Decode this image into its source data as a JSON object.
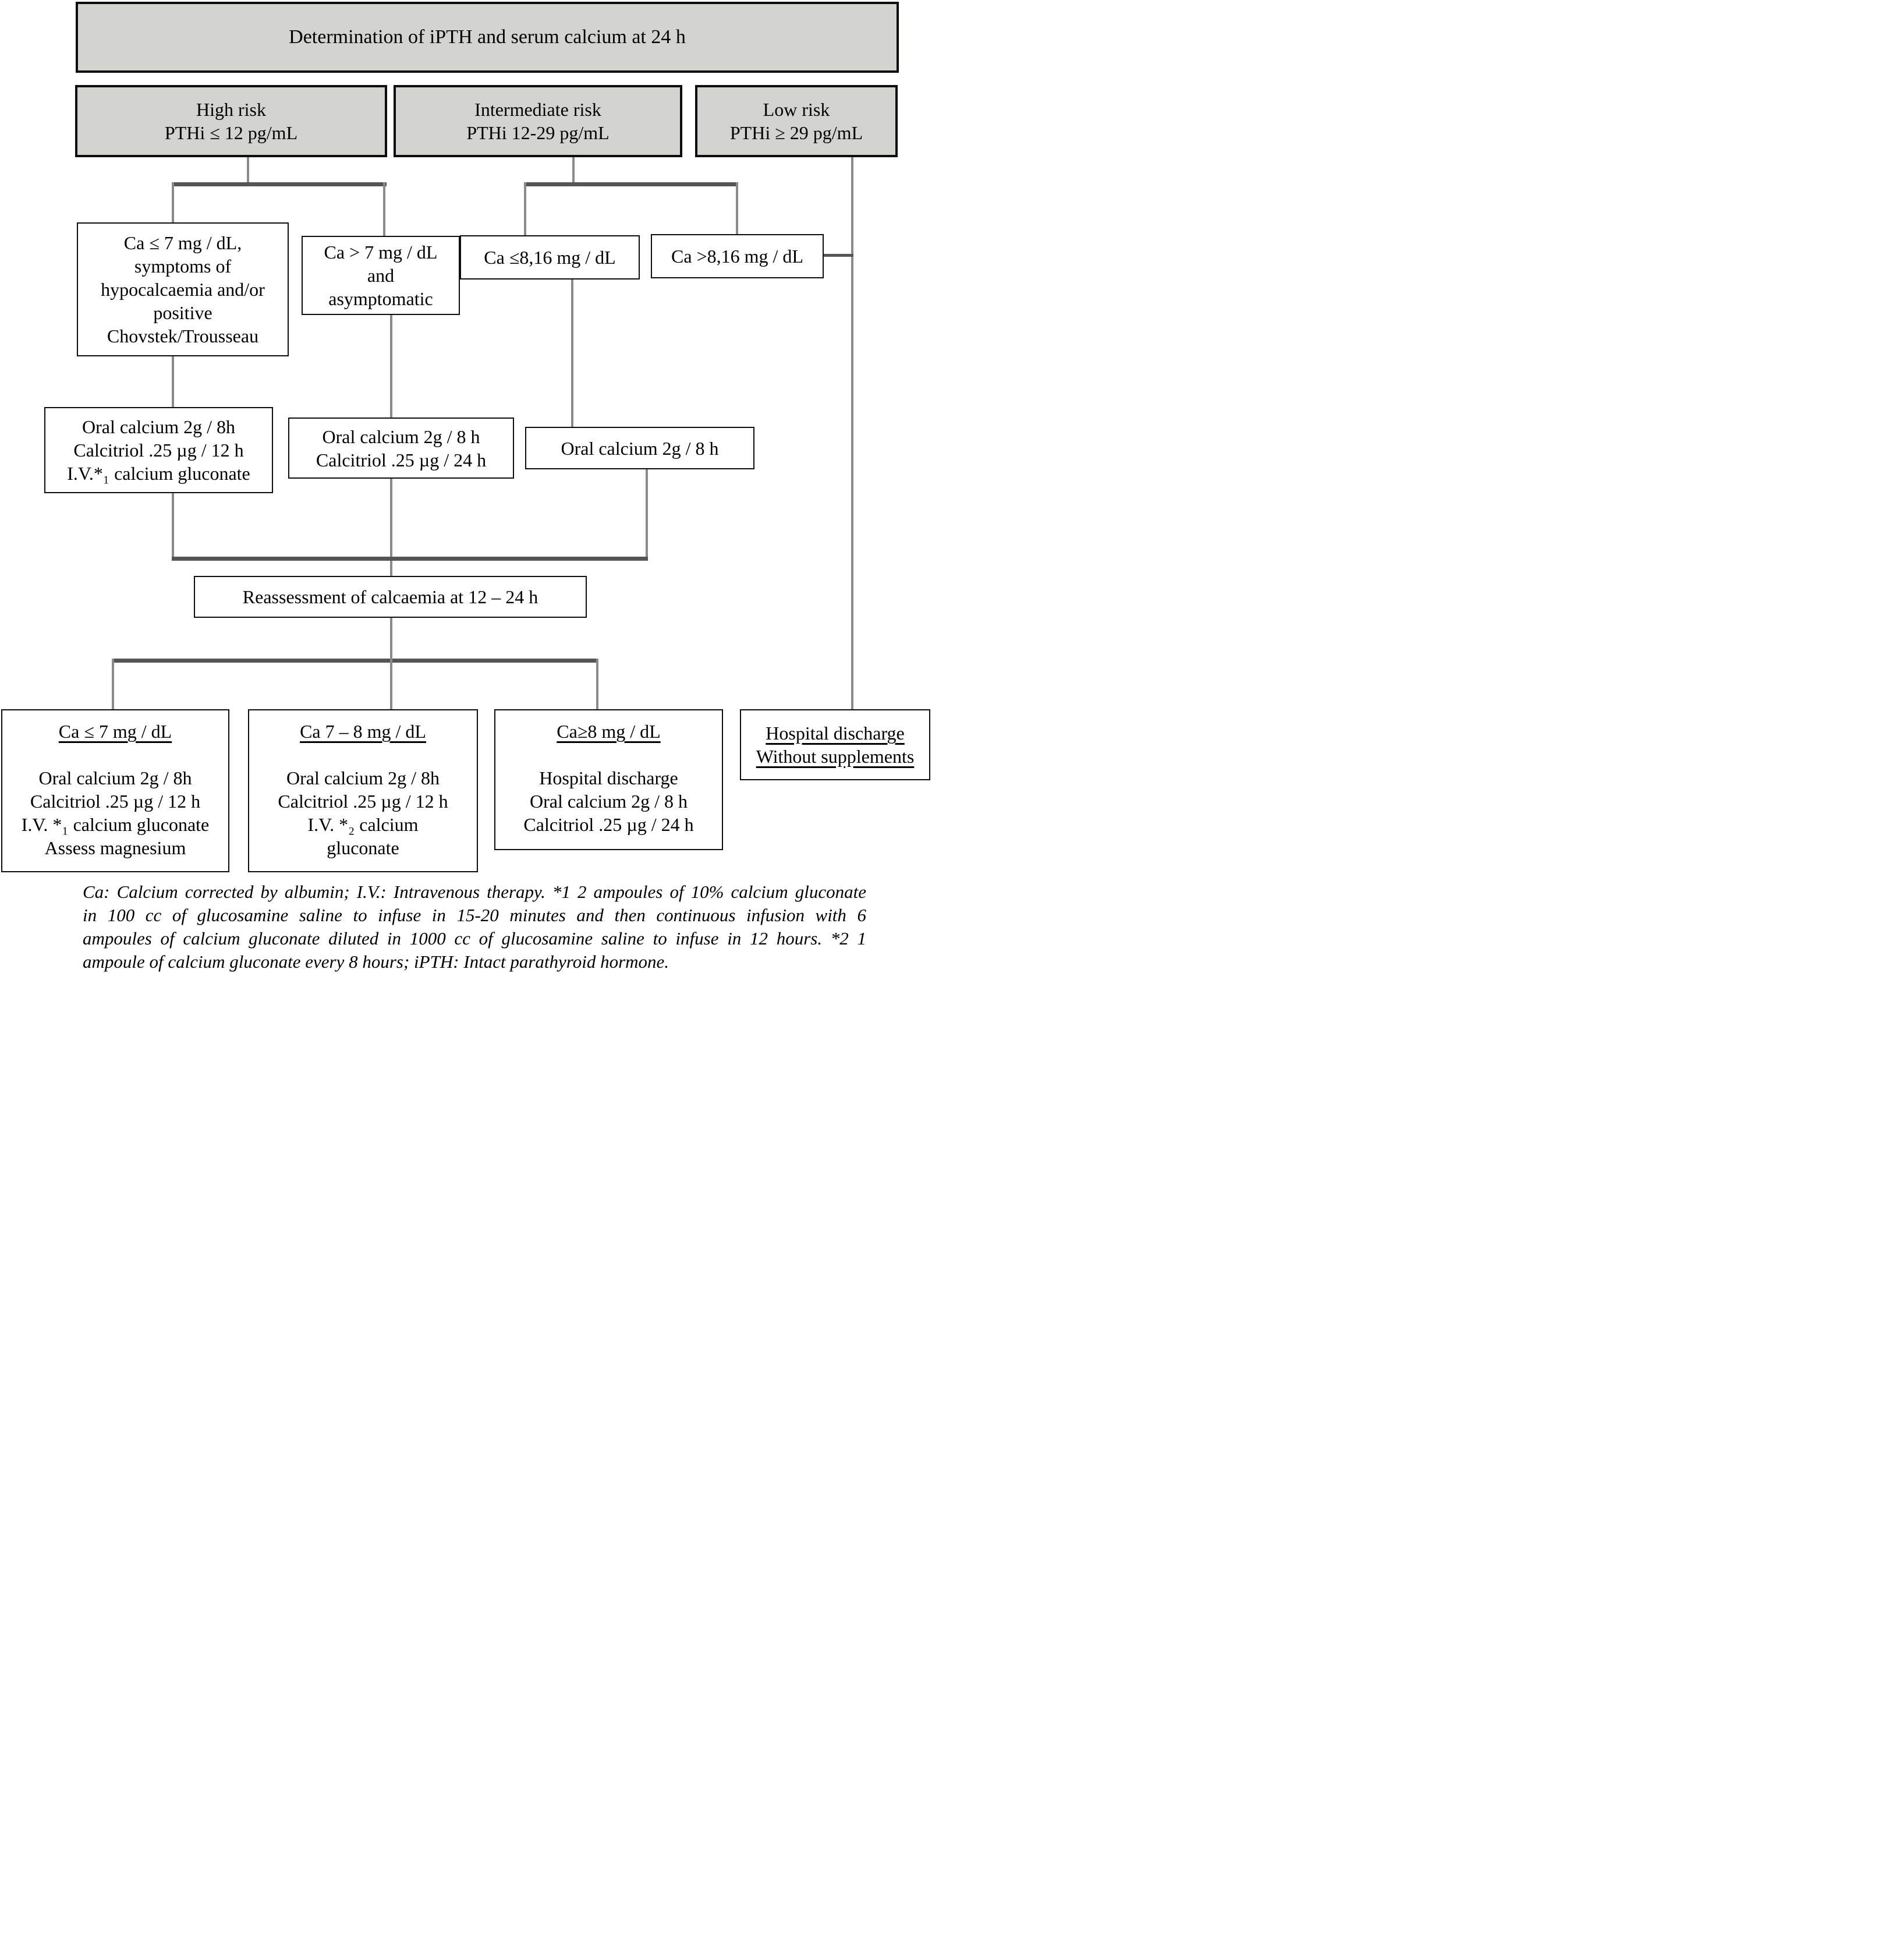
{
  "boxes": {
    "title": {
      "lines": [
        "Determination of iPTH and serum calcium at 24 h"
      ]
    },
    "high_risk": {
      "lines": [
        "High risk",
        "PTHi ≤ 12 pg/mL"
      ]
    },
    "intermediate_risk": {
      "lines": [
        "Intermediate risk",
        "PTHi 12-29 pg/mL"
      ]
    },
    "low_risk": {
      "lines": [
        "Low risk",
        "PTHi ≥ 29 pg/mL"
      ]
    },
    "ca_le_7_symptomatic": {
      "lines": [
        "Ca ≤ 7 mg / dL,",
        "symptoms of",
        "hypocalcaemia and/or",
        "positive",
        "Chovstek/Trousseau"
      ]
    },
    "ca_gt_7_asymptomatic": {
      "lines": [
        "Ca > 7 mg / dL",
        "and",
        "asymptomatic"
      ]
    },
    "ca_le_816": {
      "lines": [
        "Ca ≤8,16 mg / dL"
      ]
    },
    "ca_gt_816": {
      "lines": [
        "Ca >8,16 mg / dL"
      ]
    },
    "treat_high": {
      "lines": [
        "Oral calcium 2g / 8h",
        "Calcitriol .25 µg / 12 h",
        "I.V.*₁ calcium gluconate"
      ]
    },
    "treat_mid": {
      "lines": [
        "Oral calcium 2g / 8 h",
        "Calcitriol .25 µg / 24 h"
      ]
    },
    "treat_intermediate": {
      "lines": [
        "Oral calcium 2g / 8 h"
      ]
    },
    "reassessment": {
      "lines": [
        "Reassessment of calcaemia at 12 – 24 h"
      ]
    },
    "outcome_ca_le_7": {
      "header": "Ca ≤ 7 mg / dL",
      "lines": [
        "Oral calcium 2g / 8h",
        "Calcitriol .25 µg / 12 h",
        "I.V. *₁ calcium gluconate",
        "Assess magnesium"
      ]
    },
    "outcome_ca_7_8": {
      "header": "Ca 7 – 8 mg / dL",
      "lines": [
        "Oral calcium 2g / 8h",
        "Calcitriol .25 µg / 12 h",
        "I.V. *₂ calcium",
        "gluconate"
      ]
    },
    "outcome_ca_ge_8": {
      "header": "Ca≥8 mg / dL",
      "lines": [
        "Hospital discharge",
        "Oral calcium 2g / 8 h",
        "Calcitriol .25 µg / 24 h"
      ]
    },
    "discharge_no_supplements": {
      "lines": [
        "Hospital discharge",
        "Without supplements"
      ]
    }
  },
  "footnote": {
    "lines": [
      "Ca: Calcium corrected by albumin; I.V.: Intravenous therapy. *1 2 ampoules of 10% calcium gluconate",
      "in 100 cc of glucosamine saline to infuse in 15-20 minutes and then continuous infusion with 6",
      "ampoules of calcium gluconate diluted in 1000 cc of glucosamine saline to infuse in 12 hours. *2 1",
      "ampoule of calcium gluconate every 8 hours; iPTH: Intact parathyroid hormone."
    ]
  },
  "colors": {
    "box_fill_gray": "#d3d3d0",
    "box_border": "#0d0d0d",
    "connector": "#8a8a8a",
    "connector_strong": "#555555"
  }
}
